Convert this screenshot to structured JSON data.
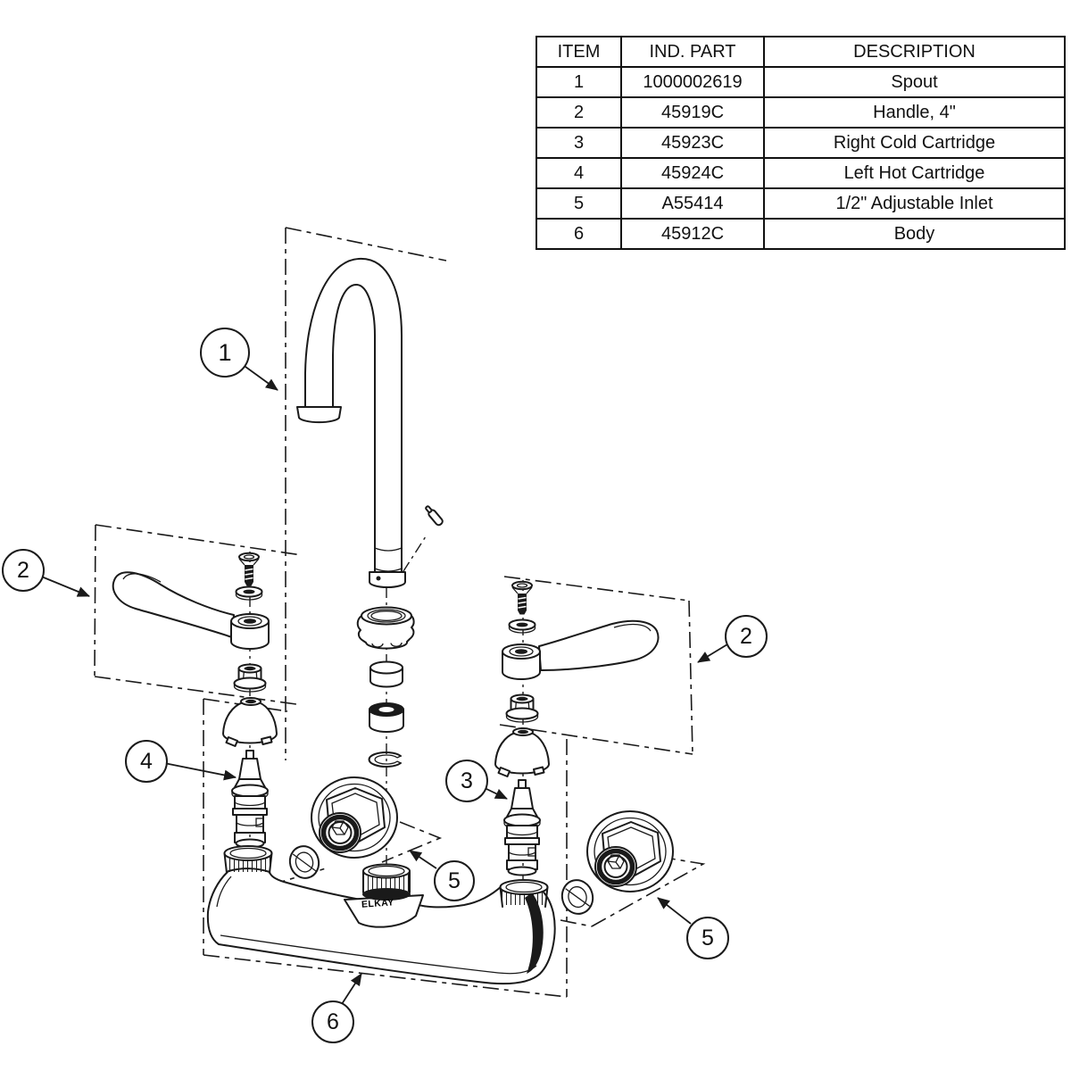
{
  "table": {
    "headers": [
      "ITEM",
      "IND. PART",
      "DESCRIPTION"
    ],
    "rows": [
      [
        "1",
        "1000002619",
        "Spout"
      ],
      [
        "2",
        "45919C",
        "Handle, 4\""
      ],
      [
        "3",
        "45923C",
        "Right Cold Cartridge"
      ],
      [
        "4",
        "45924C",
        "Left Hot Cartridge"
      ],
      [
        "5",
        "A55414",
        "1/2\" Adjustable Inlet"
      ],
      [
        "6",
        "45912C",
        "Body"
      ]
    ]
  },
  "callouts": [
    {
      "label": "1"
    },
    {
      "label": "2"
    },
    {
      "label": "2"
    },
    {
      "label": "3"
    },
    {
      "label": "4"
    },
    {
      "label": "5"
    },
    {
      "label": "5"
    },
    {
      "label": "6"
    }
  ],
  "branding": {
    "body_label": "ELKAY"
  },
  "colors": {
    "line": "#1a1a1a",
    "background": "#ffffff"
  }
}
